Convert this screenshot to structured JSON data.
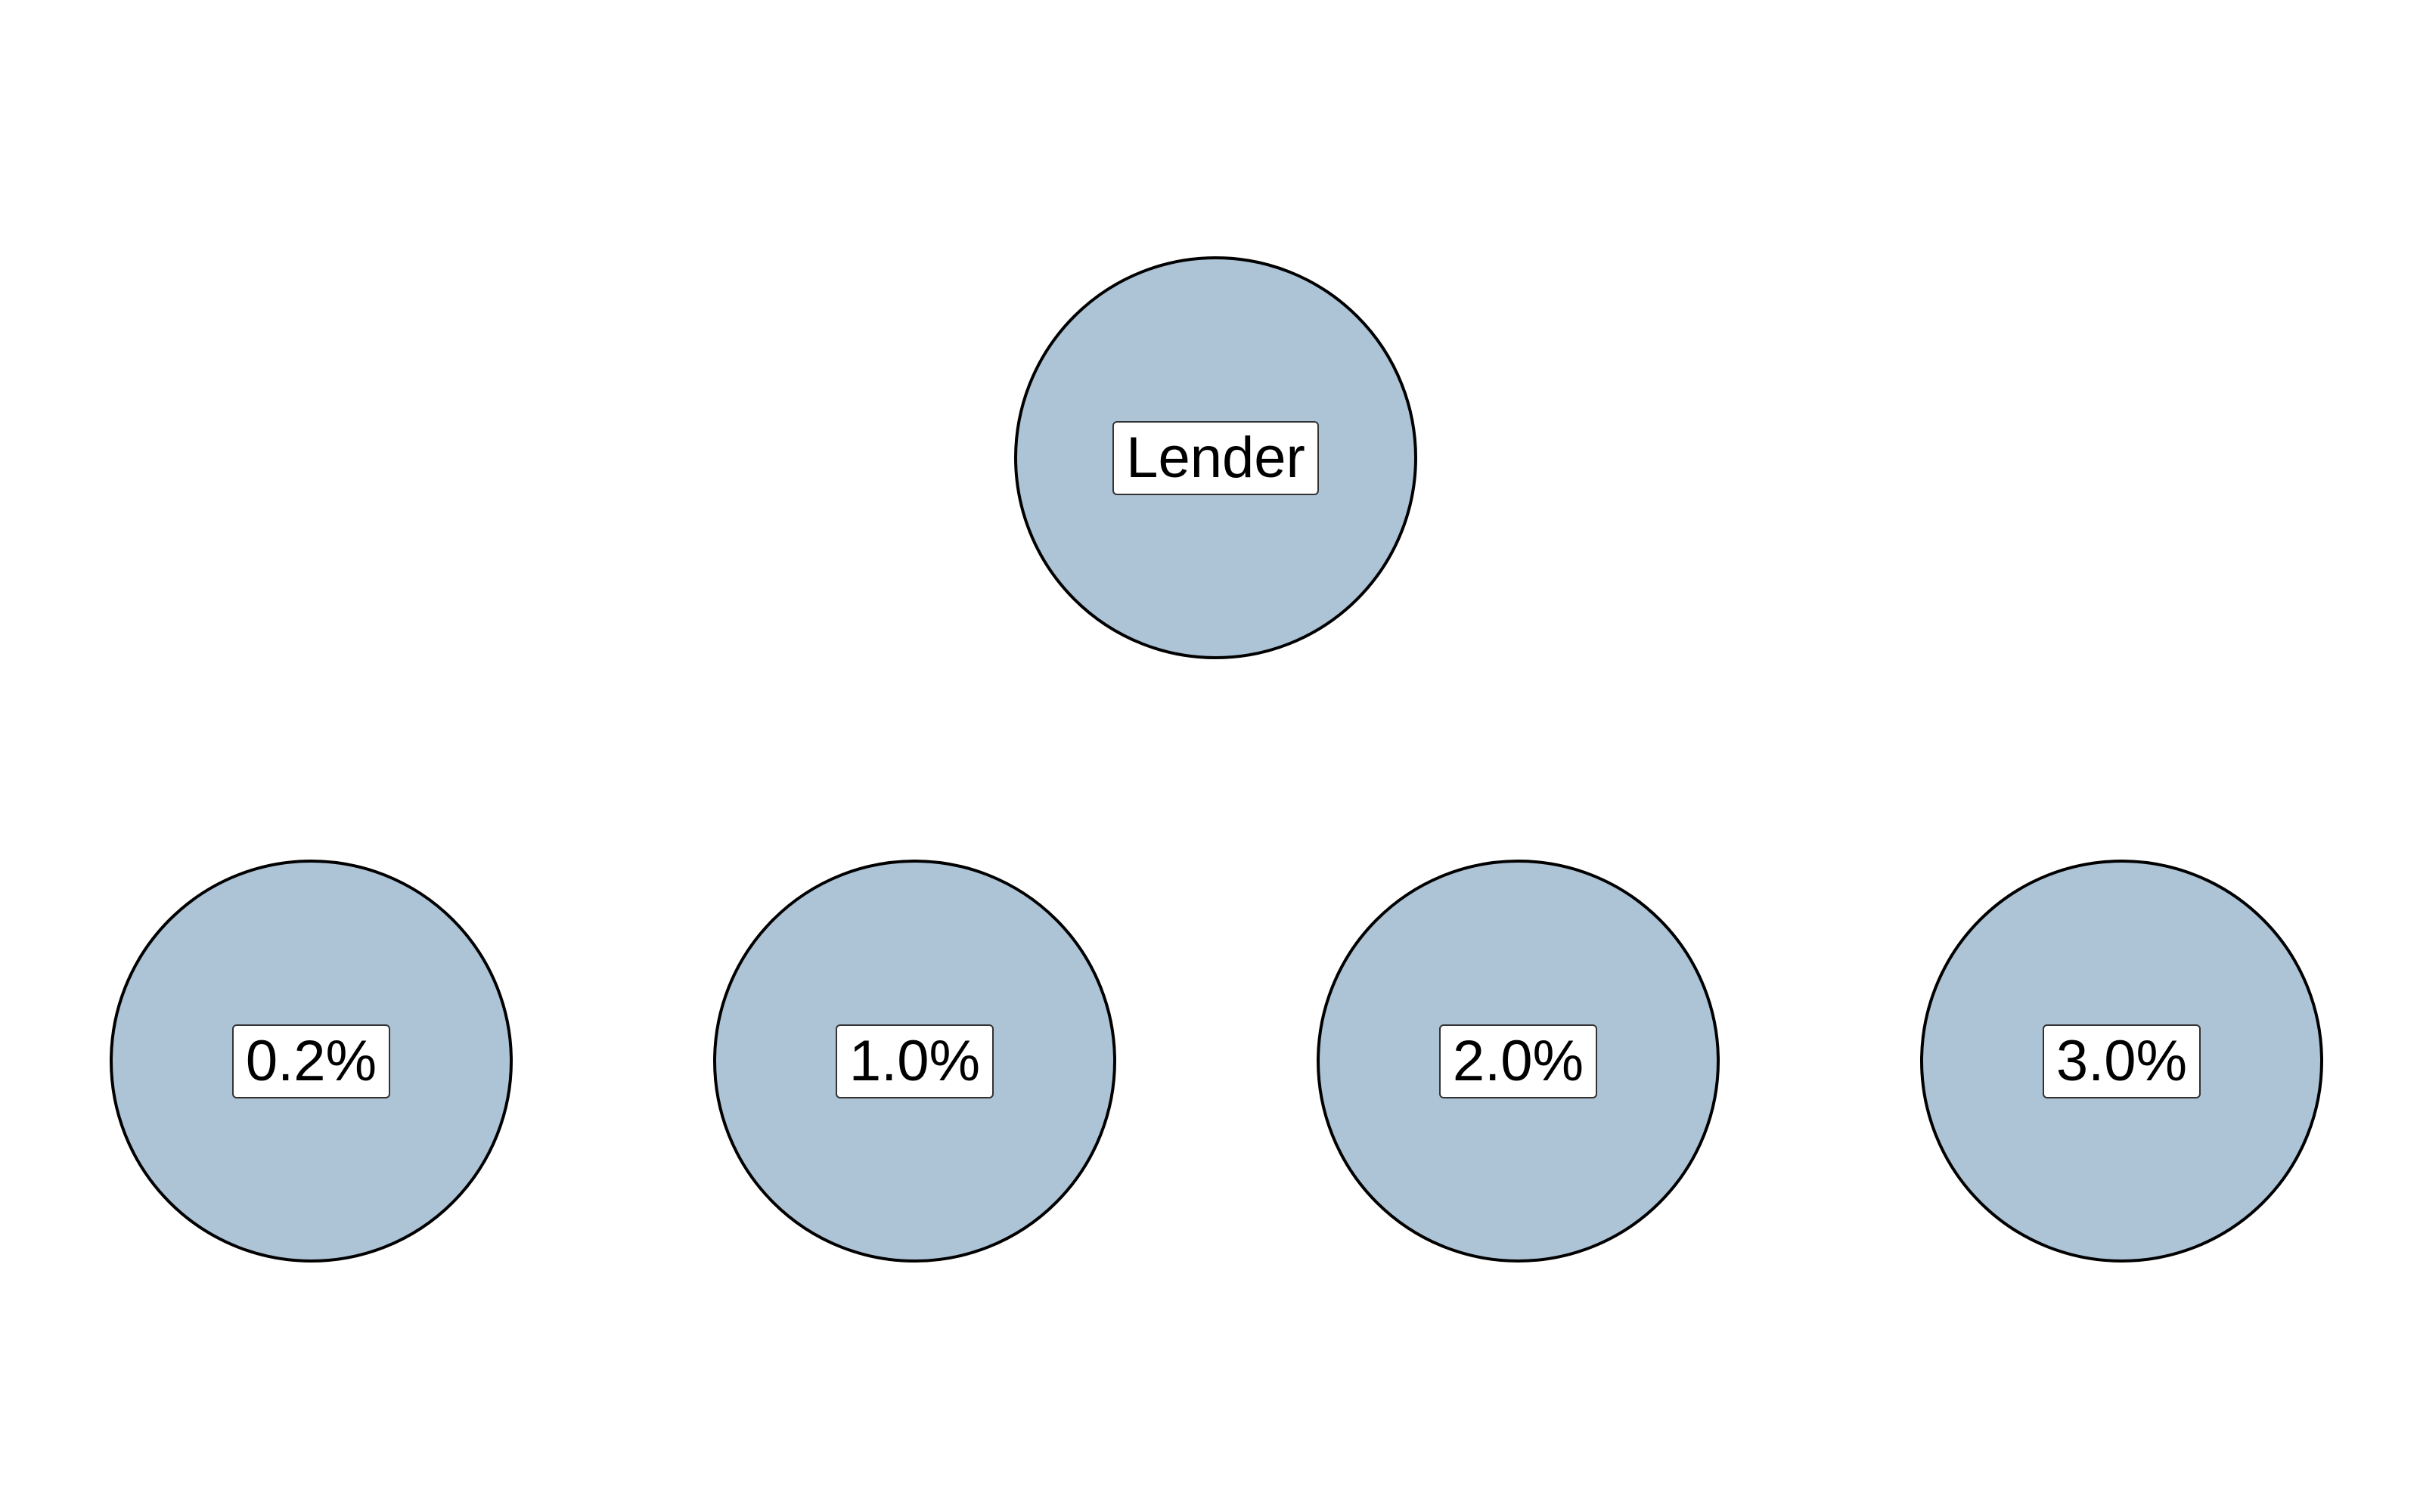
{
  "colors": {
    "node_fill": "#adc3d6",
    "node_stroke": "#000000",
    "label_background": "#ffffff"
  },
  "nodes": {
    "root": {
      "label": "Lender"
    },
    "children": [
      {
        "label": "0.2%"
      },
      {
        "label": "1.0%"
      },
      {
        "label": "2.0%"
      },
      {
        "label": "3.0%"
      }
    ]
  }
}
